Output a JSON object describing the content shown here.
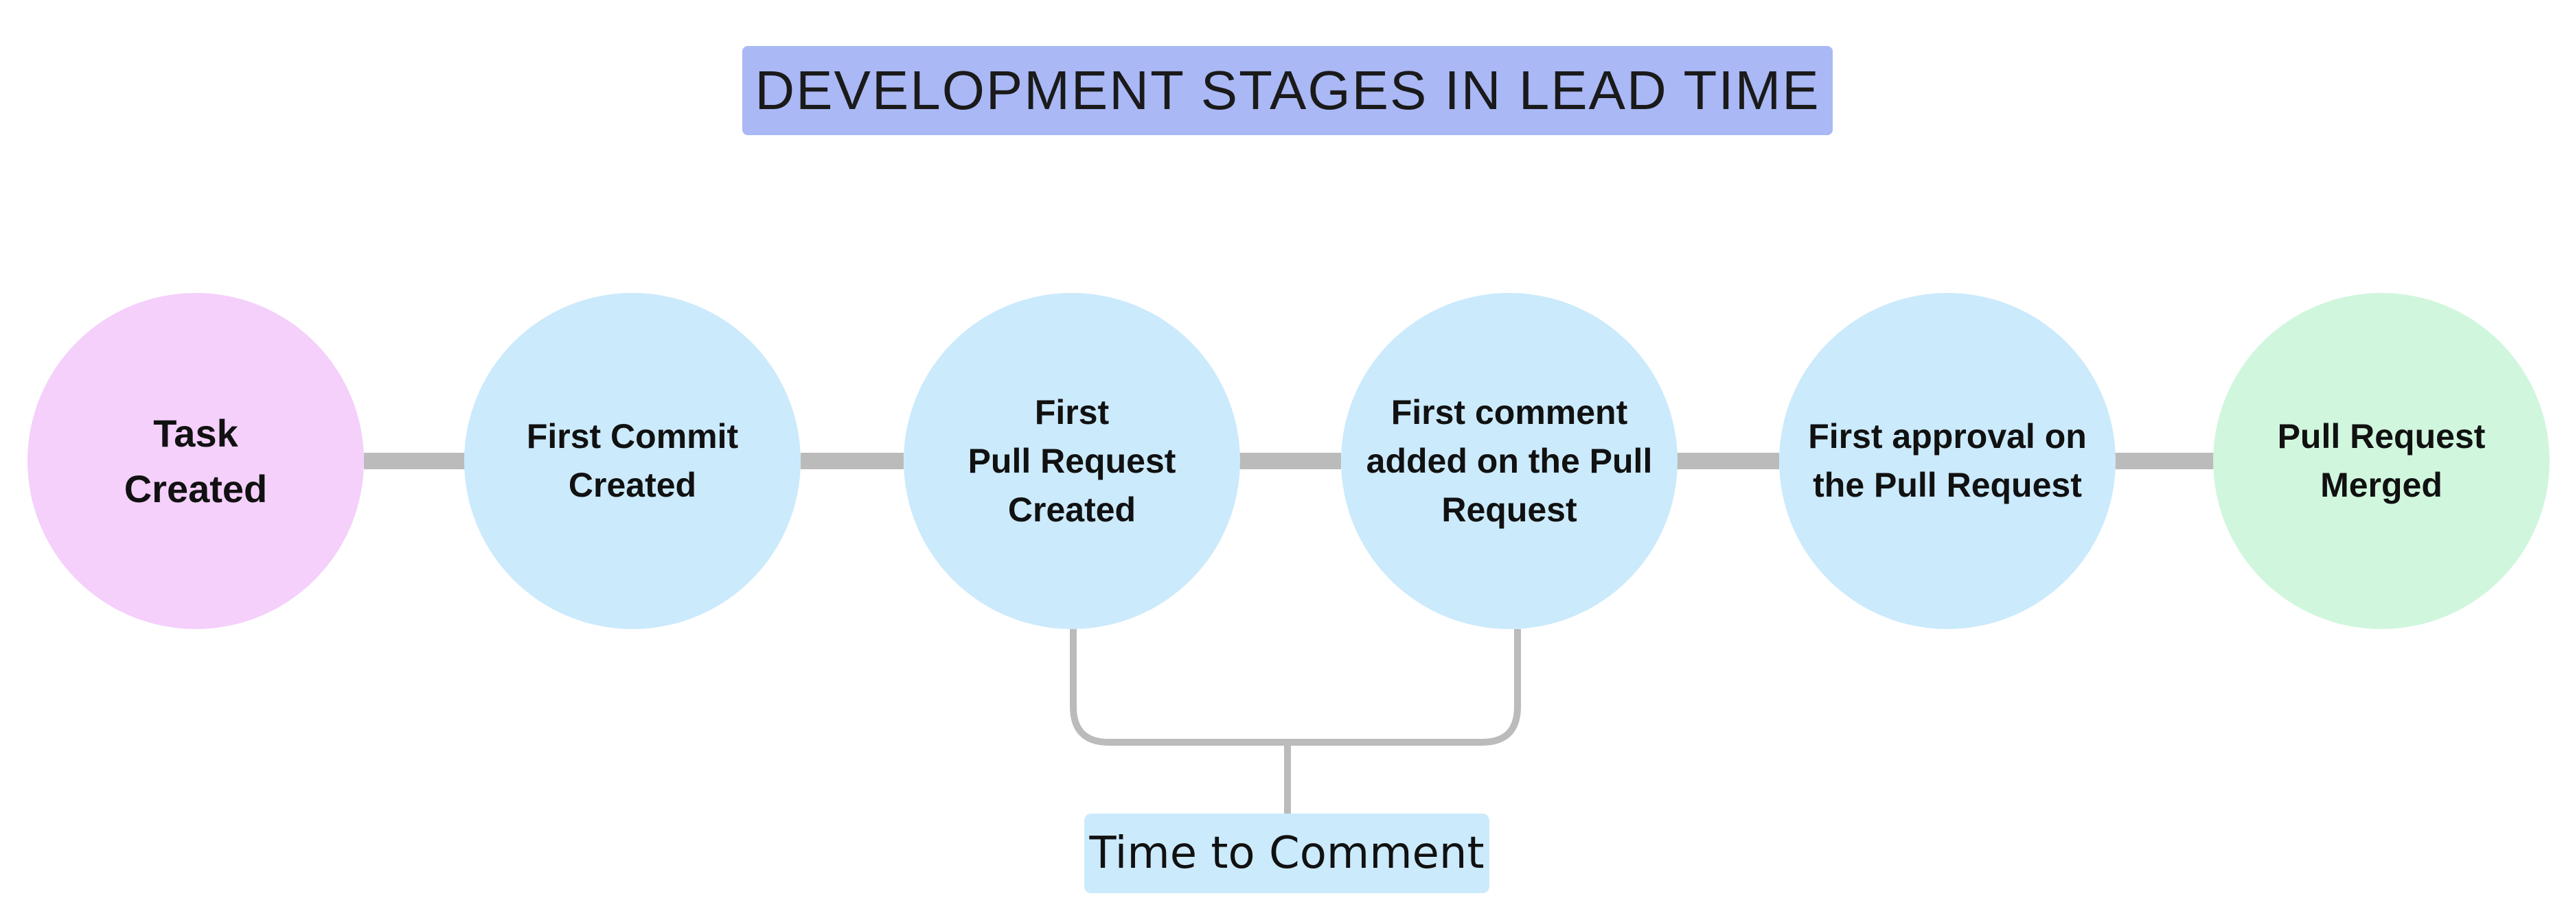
{
  "title": "DEVELOPMENT STAGES IN LEAD TIME",
  "stages": [
    {
      "label": "Task\nCreated",
      "color": "#f4d0fb"
    },
    {
      "label": "First Commit\nCreated",
      "color": "#cbeafc"
    },
    {
      "label": "First\nPull Request\nCreated",
      "color": "#cbeafc"
    },
    {
      "label": "First comment\nadded on the Pull\nRequest",
      "color": "#cbeafc"
    },
    {
      "label": "First approval on\nthe Pull Request",
      "color": "#cbeafc"
    },
    {
      "label": "Pull Request\nMerged",
      "color": "#d1f6de"
    }
  ],
  "annotation": {
    "label": "Time to Comment",
    "color": "#cbeafc"
  },
  "colors": {
    "title_background": "#aab8f5",
    "connector": "#bbbbbb"
  }
}
